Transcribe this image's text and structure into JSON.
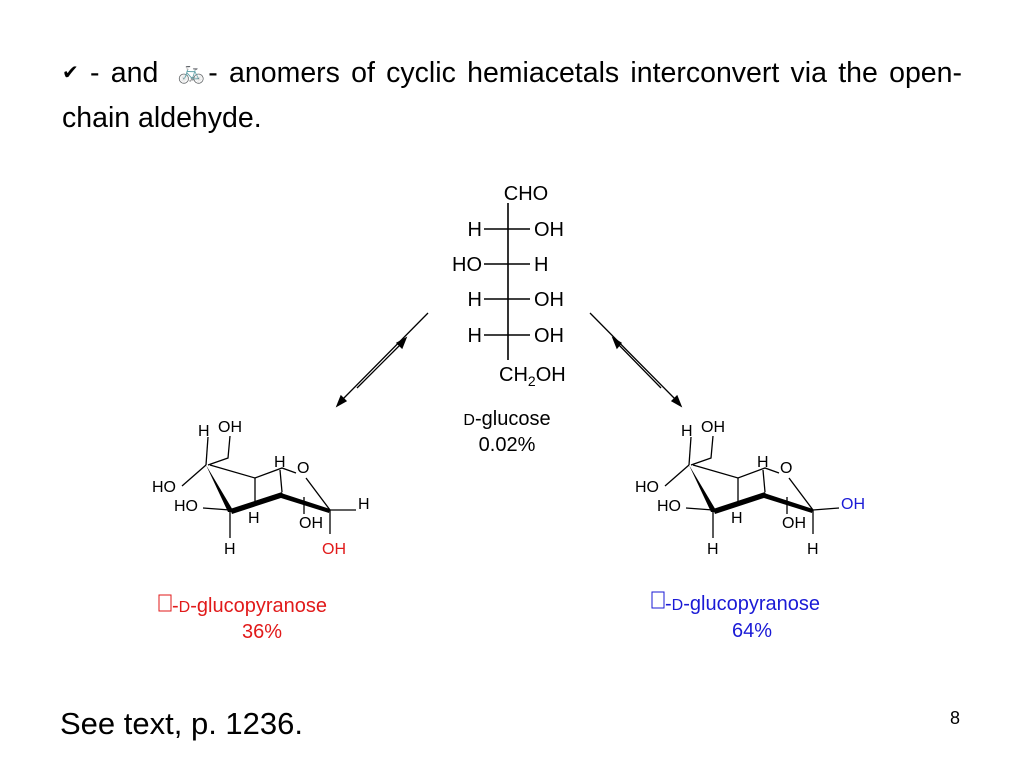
{
  "heading": {
    "alpha_symbol": "✔",
    "text_1": "- and",
    "beta_symbol": "🚲",
    "text_2": "- anomers of cyclic hemiacetals interconvert via the open-chain aldehyde."
  },
  "open_chain": {
    "top": "CHO",
    "rows": [
      {
        "left": "H",
        "right": "OH"
      },
      {
        "left": "HO",
        "right": "H"
      },
      {
        "left": "H",
        "right": "OH"
      },
      {
        "left": "H",
        "right": "OH"
      }
    ],
    "bottom_ch": "CH",
    "bottom_sub": "2",
    "bottom_oh": "OH",
    "name_prefix": "D",
    "name_rest": "-glucose",
    "percent": "0.02%"
  },
  "alpha_anomer": {
    "labels": {
      "c6_h": "H",
      "c6_oh": "OH",
      "c5_h": "H",
      "ring_o": "O",
      "c4_ho": "HO",
      "c3_ho": "HO",
      "c3_h": "H",
      "c2_oh": "OH",
      "c1_h": "H",
      "c4_h": "H",
      "c1_oh": "OH"
    },
    "caption_symbol": "",
    "caption_prefix": "-",
    "caption_d": "D",
    "caption_rest": "-glucopyranose",
    "percent": "36%",
    "color": "#e11a1a"
  },
  "beta_anomer": {
    "labels": {
      "c6_h": "H",
      "c6_oh": "OH",
      "c5_h": "H",
      "ring_o": "O",
      "c4_ho": "HO",
      "c3_ho": "HO",
      "c3_h": "H",
      "c2_oh": "OH",
      "c1_oh": "OH",
      "c4_h": "H",
      "c1_h": "H"
    },
    "caption_symbol": "",
    "caption_prefix": "-",
    "caption_d": "D",
    "caption_rest": "-glucopyranose",
    "percent": "64%",
    "color": "#1a1ad6"
  },
  "footer": {
    "text": "See text, p. 1236."
  },
  "page_number": "8"
}
